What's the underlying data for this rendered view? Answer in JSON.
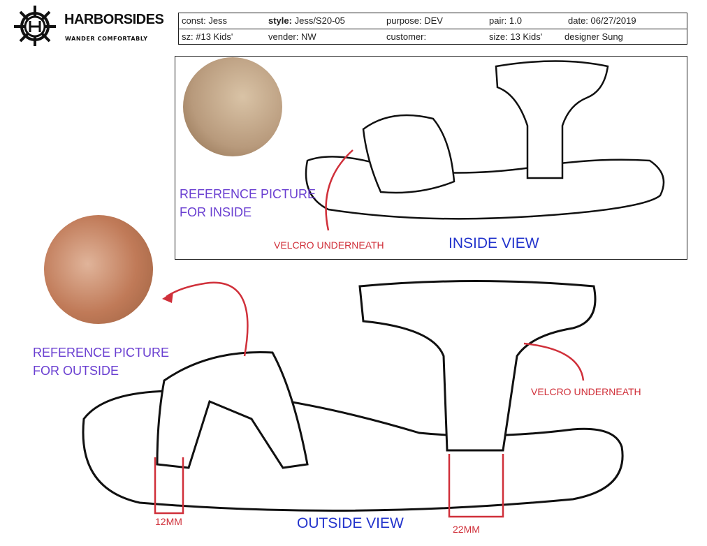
{
  "brand": {
    "name": "HARBORSIDES",
    "tagline": "WANDER COMFORTABLY"
  },
  "spec": {
    "row1": [
      {
        "label": "const:",
        "value": "Jess"
      },
      {
        "label": "style:",
        "value": "Jess/S20-05"
      },
      {
        "label": "purpose:",
        "value": "DEV"
      },
      {
        "label": "pair:",
        "value": "1.0"
      },
      {
        "label": "date:",
        "value": "06/27/2019"
      }
    ],
    "row2": [
      {
        "label": "sz:",
        "value": "#13 Kids'"
      },
      {
        "label": "vender:",
        "value": "NW"
      },
      {
        "label": "customer:",
        "value": ""
      },
      {
        "label": "size:",
        "value": "13 Kids'"
      },
      {
        "label": "designer",
        "value": "Sung"
      }
    ]
  },
  "annotations": {
    "ref_inside": [
      "REFERENCE PICTURE",
      "FOR INSIDE"
    ],
    "ref_outside": [
      "REFERENCE PICTURE",
      "FOR OUTSIDE"
    ],
    "velcro_inside": "VELCRO UNDERNEATH",
    "velcro_outside": "VELCRO UNDERNEATH",
    "inside_view": "INSIDE VIEW",
    "outside_view": "OUTSIDE VIEW",
    "dim_toe": "12MM",
    "dim_heel": "22MM"
  },
  "colors": {
    "note": "#6a3fd1",
    "red": "#d0303a",
    "view": "#2233cc"
  }
}
